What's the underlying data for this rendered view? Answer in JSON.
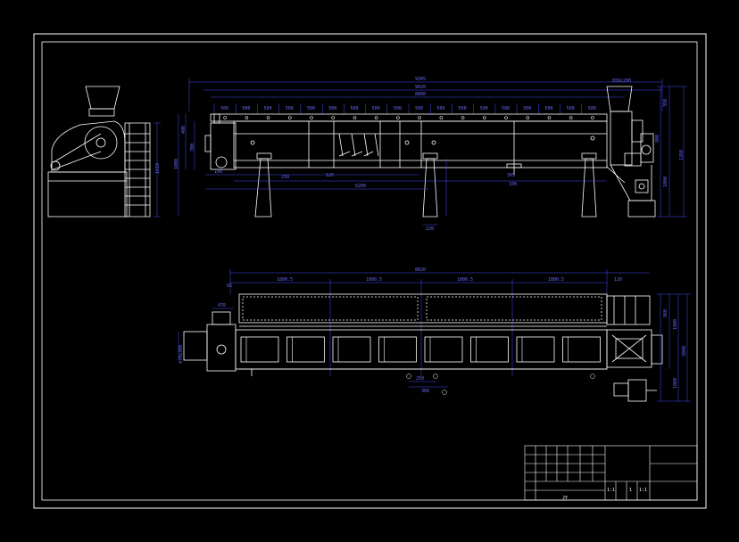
{
  "colors": {
    "background": "#000000",
    "outline": "#ffffff",
    "dimension": "#4a4aff",
    "centerline": "#6a6aff"
  },
  "front_view": {
    "dim_total": "9345",
    "dim_overall": "9020",
    "dim_inner": "8800",
    "hopper_width": "650x200",
    "pitch_labels": [
      "500",
      "500",
      "500",
      "500",
      "500",
      "500",
      "500",
      "500",
      "500",
      "500",
      "500",
      "500",
      "500",
      "500",
      "500",
      "500",
      "500",
      "500"
    ],
    "lower_dims": [
      "100",
      "250",
      "125",
      "6200",
      "305",
      "100"
    ],
    "support_dim": "220",
    "left_heights": [
      "400",
      "1000",
      "700"
    ],
    "right_heights": [
      "350",
      "1350",
      "1000",
      "800"
    ],
    "crusher_heights": [
      "1810"
    ]
  },
  "plan_view": {
    "dim_total": "8820",
    "segment_dims": [
      "1800.5",
      "1800.5",
      "1800.5",
      "1800.5"
    ],
    "left_end": "65",
    "right_end": "120",
    "motor_box_dim": "470",
    "drive_width": "470x300",
    "bottom_dims": [
      "250",
      "360"
    ],
    "right_heights": [
      "860",
      "1000",
      "2000",
      "1000"
    ]
  },
  "title_block": {
    "scale": "1:1",
    "sheet_info": [
      "1:1",
      "1",
      "1:1"
    ],
    "drawing_no": "JY"
  }
}
